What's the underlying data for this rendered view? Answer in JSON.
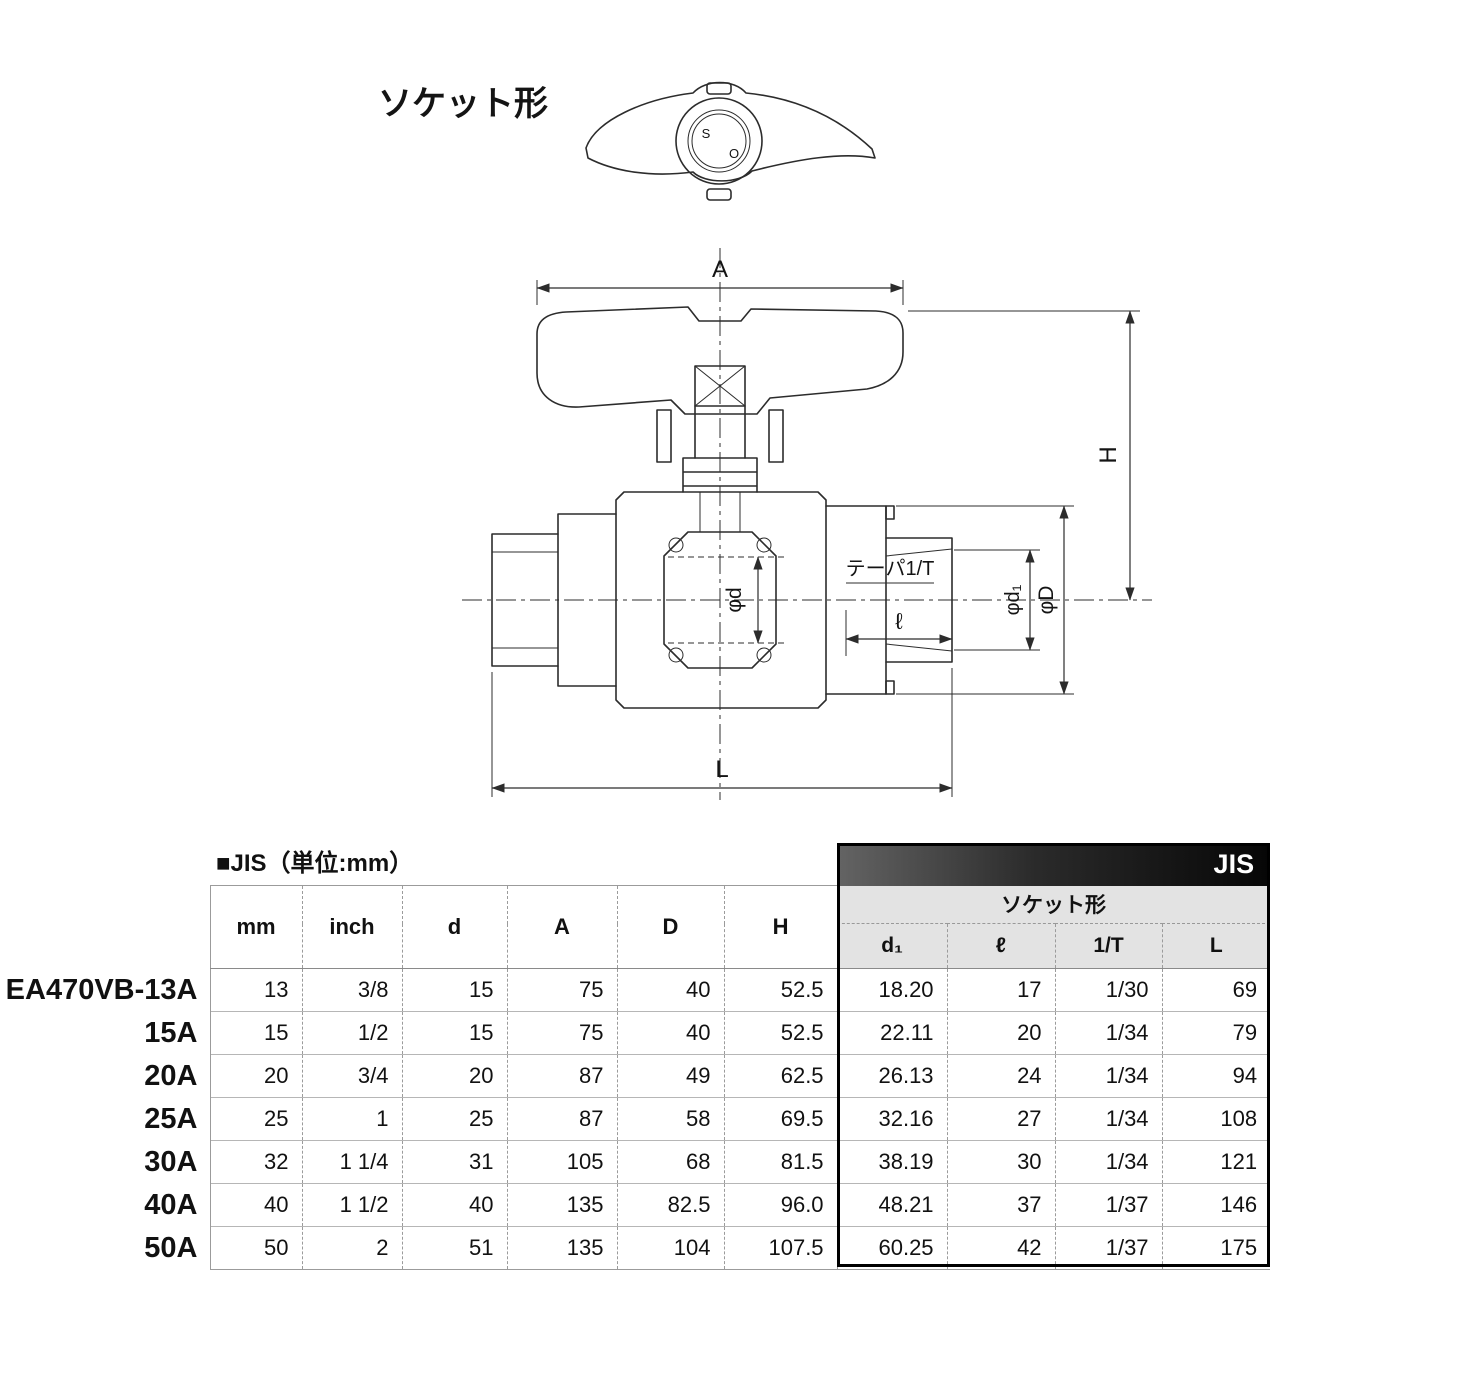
{
  "drawing": {
    "title": "ソケット形",
    "labels": {
      "A": "A",
      "H": "H",
      "L": "L",
      "phi_d": "φd",
      "phi_d1": "φd₁",
      "phi_D": "φD",
      "ell": "ℓ",
      "taper": "テーパ1/T",
      "s": "S",
      "o": "O"
    }
  },
  "table": {
    "caption": "■JIS（単位:mm）",
    "badge": "JIS",
    "socket_header": "ソケット形",
    "columns": [
      "mm",
      "inch",
      "d",
      "A",
      "D",
      "H"
    ],
    "socket_columns": [
      "d₁",
      "ℓ",
      "1/T",
      "L"
    ],
    "rows": [
      {
        "model": "EA470VB-13A",
        "values": [
          "13",
          "3/8",
          "15",
          "75",
          "40",
          "52.5",
          "18.20",
          "17",
          "1/30",
          "69"
        ]
      },
      {
        "model": "15A",
        "values": [
          "15",
          "1/2",
          "15",
          "75",
          "40",
          "52.5",
          "22.11",
          "20",
          "1/34",
          "79"
        ]
      },
      {
        "model": "20A",
        "values": [
          "20",
          "3/4",
          "20",
          "87",
          "49",
          "62.5",
          "26.13",
          "24",
          "1/34",
          "94"
        ]
      },
      {
        "model": "25A",
        "values": [
          "25",
          "1",
          "25",
          "87",
          "58",
          "69.5",
          "32.16",
          "27",
          "1/34",
          "108"
        ]
      },
      {
        "model": "30A",
        "values": [
          "32",
          "1 1/4",
          "31",
          "105",
          "68",
          "81.5",
          "38.19",
          "30",
          "1/34",
          "121"
        ]
      },
      {
        "model": "40A",
        "values": [
          "40",
          "1 1/2",
          "40",
          "135",
          "82.5",
          "96.0",
          "48.21",
          "37",
          "1/37",
          "146"
        ]
      },
      {
        "model": "50A",
        "values": [
          "50",
          "2",
          "51",
          "135",
          "104",
          "107.5",
          "60.25",
          "42",
          "1/37",
          "175"
        ]
      }
    ]
  }
}
